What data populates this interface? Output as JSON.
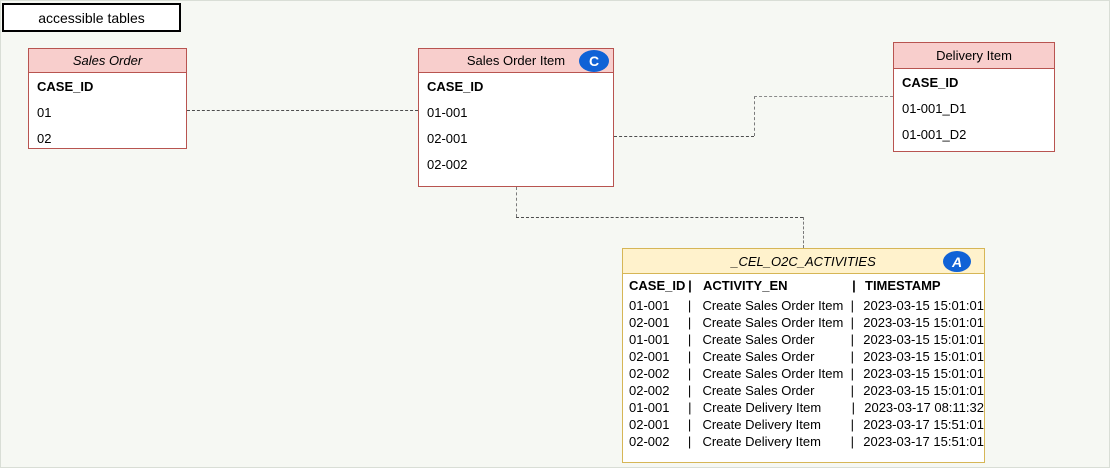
{
  "legend": {
    "label": "accessible tables"
  },
  "colors": {
    "canvas_background": "#f6f8f3",
    "entity_header_fill": "#f8cecc",
    "entity_border": "#b85450",
    "activities_header_fill": "#fff2cc",
    "activities_border": "#d6b656",
    "badge_fill": "#1062d6",
    "connector_dark": "#4d4d4d",
    "connector_light": "#8a8a8a"
  },
  "tables": {
    "sales_order": {
      "title": "Sales Order",
      "key_field": "CASE_ID",
      "rows": [
        "01",
        "02"
      ]
    },
    "sales_order_item": {
      "title": "Sales Order Item",
      "badge": "C",
      "key_field": "CASE_ID",
      "rows": [
        "01-001",
        "02-001",
        "02-002"
      ]
    },
    "delivery_item": {
      "title": "Delivery Item",
      "key_field": "CASE_ID",
      "rows": [
        "01-001_D1",
        "01-001_D2"
      ]
    },
    "activities": {
      "title": "_CEL_O2C_ACTIVITIES",
      "badge": "A",
      "separator": "|",
      "columns": {
        "case_id": "CASE_ID",
        "activity": "ACTIVITY_EN",
        "timestamp": "TIMESTAMP"
      },
      "rows": [
        {
          "case_id": "01-001",
          "activity": "Create Sales Order Item",
          "timestamp": "2023-03-15 15:01:01"
        },
        {
          "case_id": "02-001",
          "activity": "Create Sales Order Item",
          "timestamp": "2023-03-15 15:01:01"
        },
        {
          "case_id": "01-001",
          "activity": "Create Sales Order",
          "timestamp": "2023-03-15 15:01:01"
        },
        {
          "case_id": "02-001",
          "activity": "Create Sales Order",
          "timestamp": "2023-03-15 15:01:01"
        },
        {
          "case_id": "02-002",
          "activity": "Create Sales Order Item",
          "timestamp": "2023-03-15 15:01:01"
        },
        {
          "case_id": "02-002",
          "activity": "Create Sales Order",
          "timestamp": "2023-03-15 15:01:01"
        },
        {
          "case_id": "01-001",
          "activity": "Create Delivery Item",
          "timestamp": "2023-03-17 08:11:32"
        },
        {
          "case_id": "02-001",
          "activity": "Create Delivery Item",
          "timestamp": "2023-03-17 15:51:01"
        },
        {
          "case_id": "02-002",
          "activity": "Create Delivery Item",
          "timestamp": "2023-03-17 15:51:01"
        }
      ]
    }
  }
}
